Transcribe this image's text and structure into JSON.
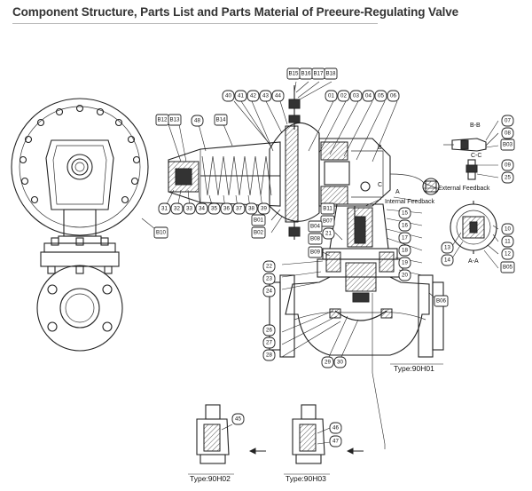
{
  "title": "Component Structure, Parts List and Parts Material of Preeure-Regulating Valve",
  "callouts": {
    "c40": "40",
    "c41": "41",
    "c42": "42",
    "c43": "43",
    "c44": "44",
    "c01": "01",
    "c02": "02",
    "c03": "03",
    "c04": "04",
    "c05": "05",
    "c06": "06",
    "b15": "B15",
    "b16": "B16",
    "b17": "B17",
    "b18": "B18",
    "b12": "B12",
    "b13": "B13",
    "c48": "48",
    "b14": "B14",
    "b10": "B10",
    "c31": "31",
    "c32": "32",
    "c33": "33",
    "c34": "34",
    "c35": "35",
    "c36": "36",
    "c37": "37",
    "c38": "38",
    "c39": "39",
    "b01": "B01",
    "b02": "B02",
    "b11": "B11",
    "b07": "B07",
    "b04": "B04",
    "b08": "B08",
    "b09": "B09",
    "c21": "21",
    "c15": "15",
    "c16": "16",
    "c17": "17",
    "c18": "18",
    "c19": "19",
    "c20": "20",
    "c22": "22",
    "c23": "23",
    "c24": "24",
    "c26": "26",
    "c27": "27",
    "c28": "28",
    "c29": "29",
    "c30": "30",
    "b06": "B06",
    "c07": "07",
    "c08": "08",
    "b03": "B03",
    "c09": "09",
    "c25": "25",
    "c10": "10",
    "c11": "11",
    "c12": "12",
    "b05": "B05",
    "c13": "13",
    "c14": "14",
    "c45": "45",
    "c46": "46",
    "c47": "47"
  },
  "text_labels": {
    "external_feedback": "External Feedback",
    "internal_feedback": "Internal Feedback",
    "section_bb": "B-B",
    "section_cc": "C-C",
    "section_aa": "A-A",
    "section_b": "B",
    "section_c": "C",
    "section_a": "A"
  },
  "types": {
    "main": "Type:90H01",
    "left": "Type:90H02",
    "right": "Type:90H03"
  }
}
